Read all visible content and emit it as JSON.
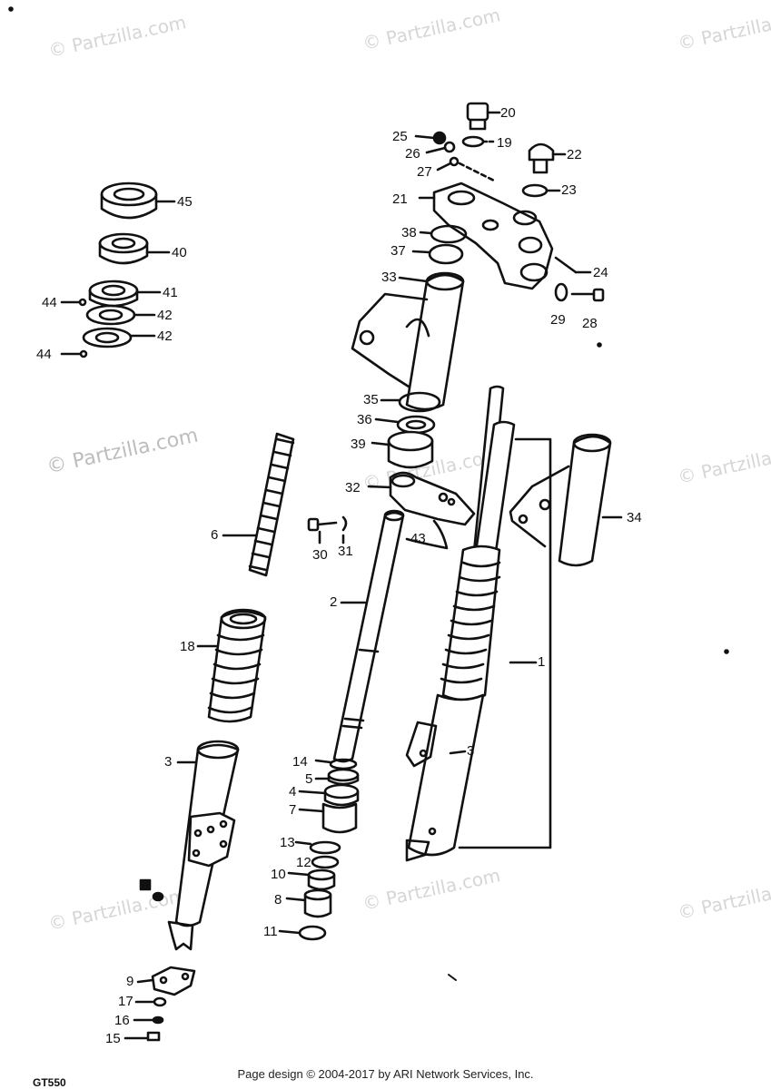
{
  "watermark": {
    "text": "Partzilla.com",
    "symbol": "©",
    "center_text": "© Partzilla.com"
  },
  "diagram": {
    "model_label": "GT550",
    "part_numbers": [
      "20",
      "19",
      "25",
      "26",
      "27",
      "22",
      "23",
      "21",
      "38",
      "37",
      "33",
      "24",
      "29",
      "28",
      "45",
      "40",
      "41",
      "42",
      "42",
      "44",
      "44",
      "35",
      "36",
      "39",
      "32",
      "6",
      "30",
      "31",
      "43",
      "34",
      "2",
      "1",
      "18",
      "3",
      "3",
      "14",
      "5",
      "4",
      "7",
      "13",
      "12",
      "10",
      "8",
      "11",
      "9",
      "17",
      "16",
      "15"
    ]
  },
  "footer": {
    "copyright": "Page design © 2004-2017 by ARI Network Services, Inc."
  }
}
